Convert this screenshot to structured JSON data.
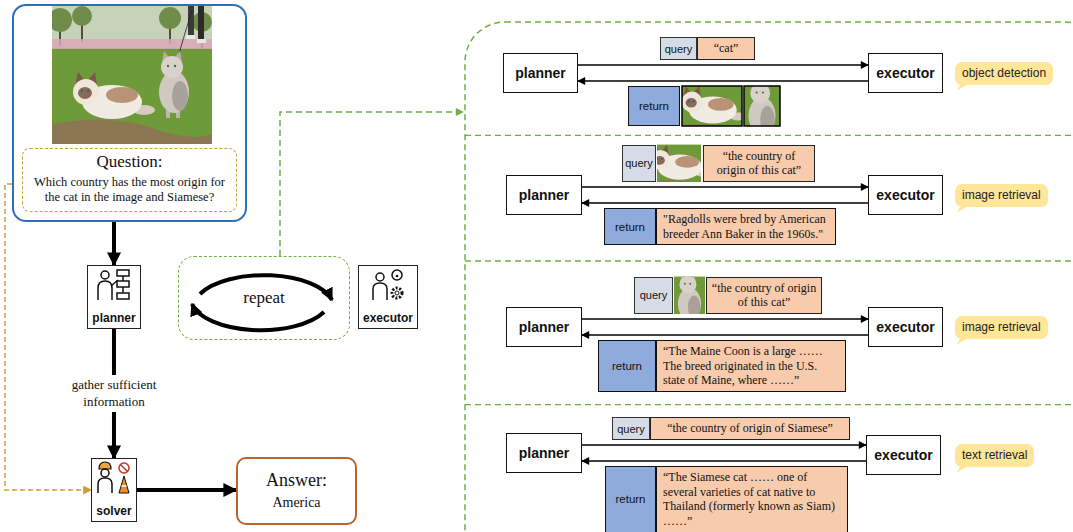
{
  "diagram": {
    "nodes": [
      {
        "text": [
          "Question:",
          "Which country has the most origin for the cat in the image and Siamese?"
        ]
      },
      {
        "text": [
          "planner"
        ]
      },
      {
        "text": [
          "repeat"
        ]
      },
      {
        "text": [
          "executor"
        ]
      },
      {
        "text": [
          "solver"
        ]
      },
      {
        "text": [
          "Answer:",
          "America"
        ]
      },
      {
        "text": [
          "planner"
        ]
      },
      {
        "text": [
          "query"
        ]
      },
      {
        "text": [
          "“cat”"
        ]
      },
      {
        "text": [
          "executor"
        ]
      },
      {
        "text": [
          "object detection"
        ]
      },
      {
        "text": [
          "return"
        ]
      },
      {
        "text": [
          "planner"
        ]
      },
      {
        "text": [
          "query"
        ]
      },
      {
        "text": [
          "“the country of origin of this cat”"
        ]
      },
      {
        "text": [
          "executor"
        ]
      },
      {
        "text": [
          "image retrieval"
        ]
      },
      {
        "text": [
          "return"
        ]
      },
      {
        "text": [
          "\"Ragdolls were bred by American breeder Ann Baker in the 1960s.\""
        ]
      },
      {
        "text": [
          "planner"
        ]
      },
      {
        "text": [
          "query"
        ]
      },
      {
        "text": [
          "“the country of origin of this cat”"
        ]
      },
      {
        "text": [
          "executor"
        ]
      },
      {
        "text": [
          "image retrieval"
        ]
      },
      {
        "text": [
          "return"
        ]
      },
      {
        "text": [
          "“The Maine Coon is a large …… The breed originated in the U.S. state of Maine, where ……”"
        ]
      },
      {
        "text": [
          "planner"
        ]
      },
      {
        "text": [
          "query"
        ]
      },
      {
        "text": [
          "“the country of origin of Siamese”"
        ]
      },
      {
        "text": [
          "executor"
        ]
      },
      {
        "text": [
          "text retrieval"
        ]
      },
      {
        "text": [
          "return"
        ]
      },
      {
        "text": [
          "“The Siamese cat …… one of several varieties of cat native to Thailand (formerly known as Siam) ……”"
        ]
      }
    ],
    "edges": [
      {
        "from": 0,
        "to": 1,
        "arrow": "to"
      },
      {
        "from": 1,
        "to": 4,
        "label": "gather sufficient information",
        "arrow": "to"
      },
      {
        "from": 0,
        "to": 4,
        "arrow": "to"
      },
      {
        "from": 4,
        "to": 5,
        "arrow": "to"
      },
      {
        "from": 6,
        "to": 9,
        "arrow": "to"
      },
      {
        "from": 9,
        "to": 6,
        "arrow": "to"
      },
      {
        "from": 12,
        "to": 15,
        "arrow": "to"
      },
      {
        "from": 15,
        "to": 12,
        "arrow": "to"
      },
      {
        "from": 19,
        "to": 22,
        "arrow": "to"
      },
      {
        "from": 22,
        "to": 19,
        "arrow": "to"
      },
      {
        "from": 26,
        "to": 29,
        "arrow": "to"
      },
      {
        "from": 29,
        "to": 26,
        "arrow": "to"
      }
    ]
  }
}
